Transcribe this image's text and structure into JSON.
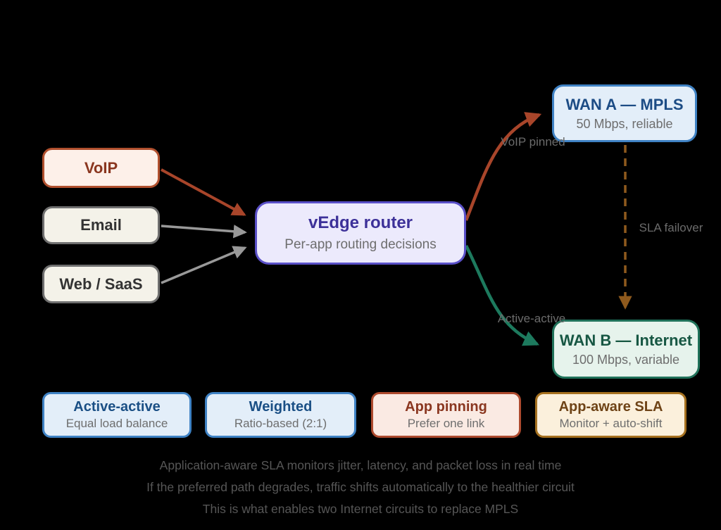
{
  "nodes": {
    "voip": {
      "label": "VoIP"
    },
    "email": {
      "label": "Email"
    },
    "web": {
      "label": "Web / SaaS"
    },
    "vedge": {
      "title": "vEdge router",
      "subtitle": "Per-app routing decisions"
    },
    "wan_a": {
      "title": "WAN A — MPLS",
      "subtitle": "50 Mbps, reliable"
    },
    "wan_b": {
      "title": "WAN B — Internet",
      "subtitle": "100 Mbps, variable"
    }
  },
  "edge_labels": {
    "voip_pinned": "VoIP pinned",
    "sla_failover": "SLA failover",
    "active_active": "Active-active"
  },
  "legend": [
    {
      "title": "Active-active",
      "subtitle": "Equal load balance"
    },
    {
      "title": "Weighted",
      "subtitle": "Ratio-based (2:1)"
    },
    {
      "title": "App pinning",
      "subtitle": "Prefer one link"
    },
    {
      "title": "App-aware SLA",
      "subtitle": "Monitor + auto-shift"
    }
  ],
  "footnotes": [
    "Application-aware SLA monitors jitter, latency, and packet loss in real time",
    "If the preferred path degrades, traffic shifts automatically to the healthier circuit",
    "This is what enables two Internet circuits to replace MPLS"
  ],
  "colors": {
    "background": "#000000",
    "voip_accent": "#b1502e",
    "neutral_accent": "#6f6f6f",
    "vedge_accent": "#5a50c8",
    "wan_a_accent": "#3f82c4",
    "wan_b_accent": "#20725a",
    "app_pinning_arrow": "#a8452a",
    "active_active_arrow": "#1d7a5e",
    "sla_failover_arrow": "#8f5a1d",
    "gray_arrow": "#999999",
    "amber_accent": "#a6711f",
    "label_gray": "#6b6b6b"
  }
}
